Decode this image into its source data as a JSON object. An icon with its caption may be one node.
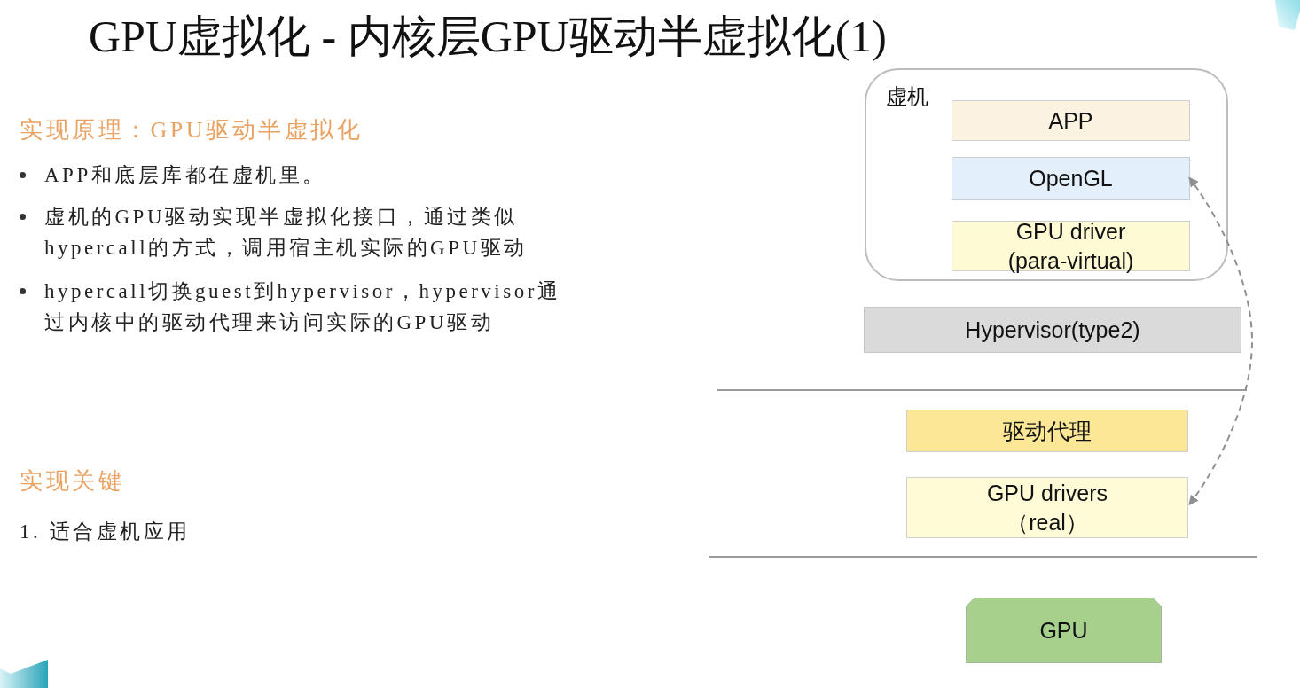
{
  "diagram": {
    "title": "GPU虚拟化 - 内核层GPU驱动半虚拟化(1)",
    "nodes": [
      {
        "text": [
          "虚机"
        ]
      },
      {
        "text": [
          "APP"
        ],
        "in": 0
      },
      {
        "text": [
          "OpenGL"
        ],
        "in": 0
      },
      {
        "text": [
          "GPU driver (para-virtual)"
        ],
        "in": 0
      },
      {
        "text": [
          "Hypervisor(type2)"
        ]
      },
      {
        "text": [
          "驱动代理"
        ]
      },
      {
        "text": [
          "GPU drivers （real）"
        ]
      },
      {
        "text": [
          "GPU"
        ]
      }
    ],
    "edges": [
      {
        "from": 6,
        "to": 2,
        "arrow": "both",
        "style": "dashed"
      }
    ],
    "labels": [
      "实现原理：GPU驱动半虚拟化",
      "APP和底层库都在虚机里。",
      "虚机的GPU驱动实现半虚拟化接口，通过类似hypercall的方式，调用宿主机实际的GPU驱动",
      "hypercall切换guest到hypervisor，hypervisor通过内核中的驱动代理来访问实际的GPU驱动",
      "实现关键",
      "1. 适合虚机应用"
    ]
  }
}
